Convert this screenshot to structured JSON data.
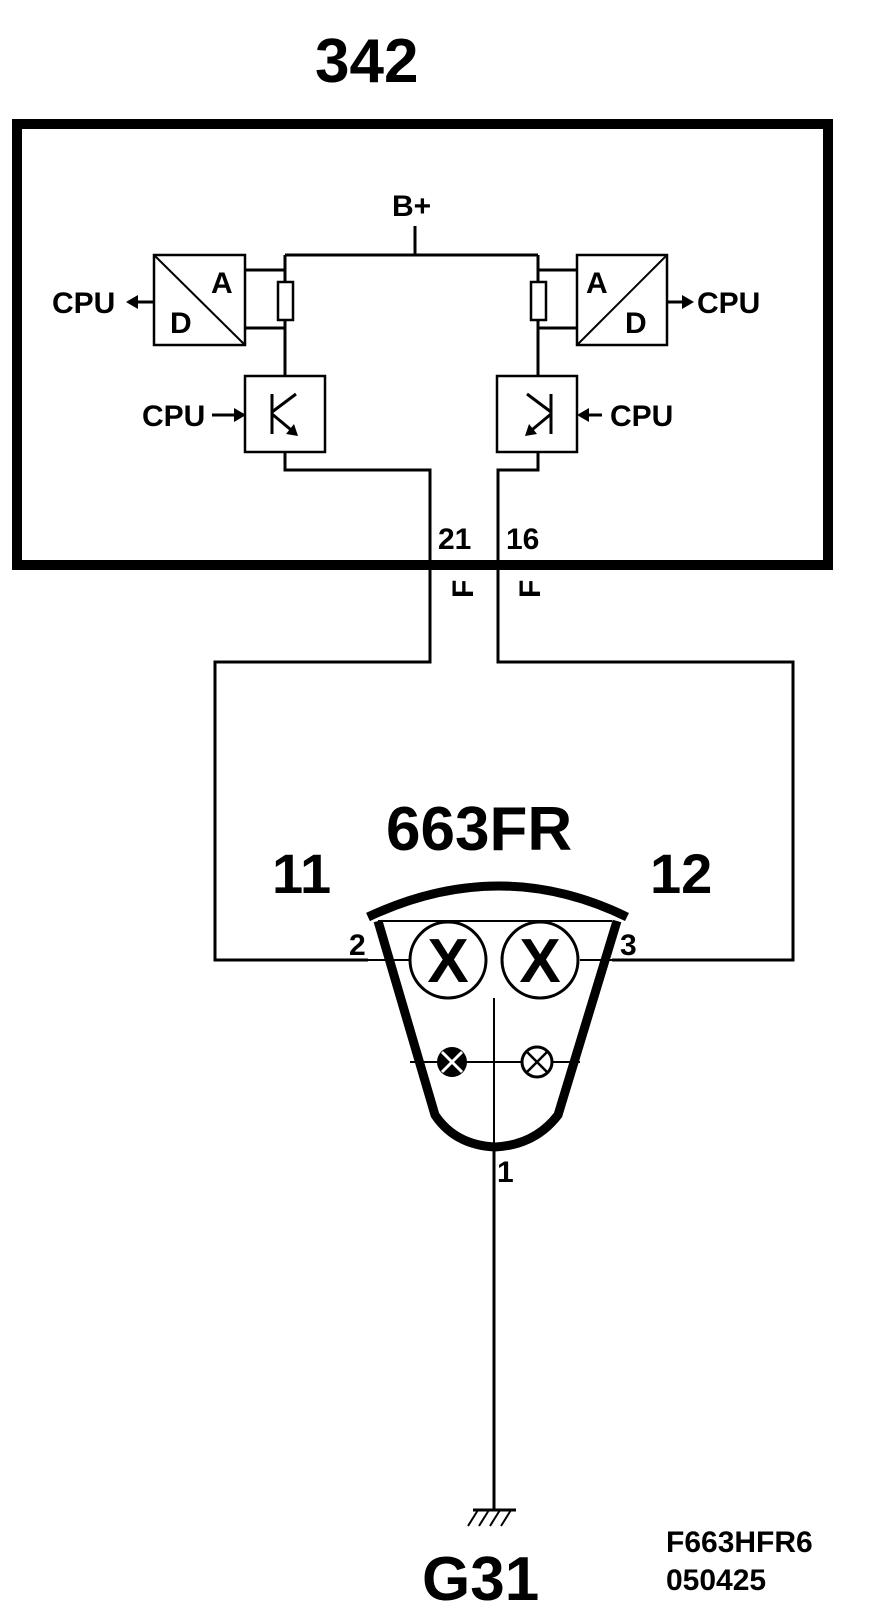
{
  "module": {
    "id": "342",
    "supply_label": "B+"
  },
  "cpu_labels": {
    "ad_left": "CPU",
    "ad_right": "CPU",
    "driver_left": "CPU",
    "driver_right": "CPU"
  },
  "ad_converter": {
    "analog": "A",
    "digital": "D"
  },
  "pins": {
    "module_left": "21",
    "module_right": "16",
    "connector_left": "F",
    "connector_right": "F",
    "lamp_left": "2",
    "lamp_right": "3",
    "lamp_ground": "1"
  },
  "lamp_unit": {
    "id": "663FR",
    "bulb_symbol": "X"
  },
  "wire_labels": {
    "left": "11",
    "right": "12"
  },
  "ground": {
    "id": "G31"
  },
  "drawing_code": {
    "line1": "F663HFR6",
    "line2": "050425"
  }
}
